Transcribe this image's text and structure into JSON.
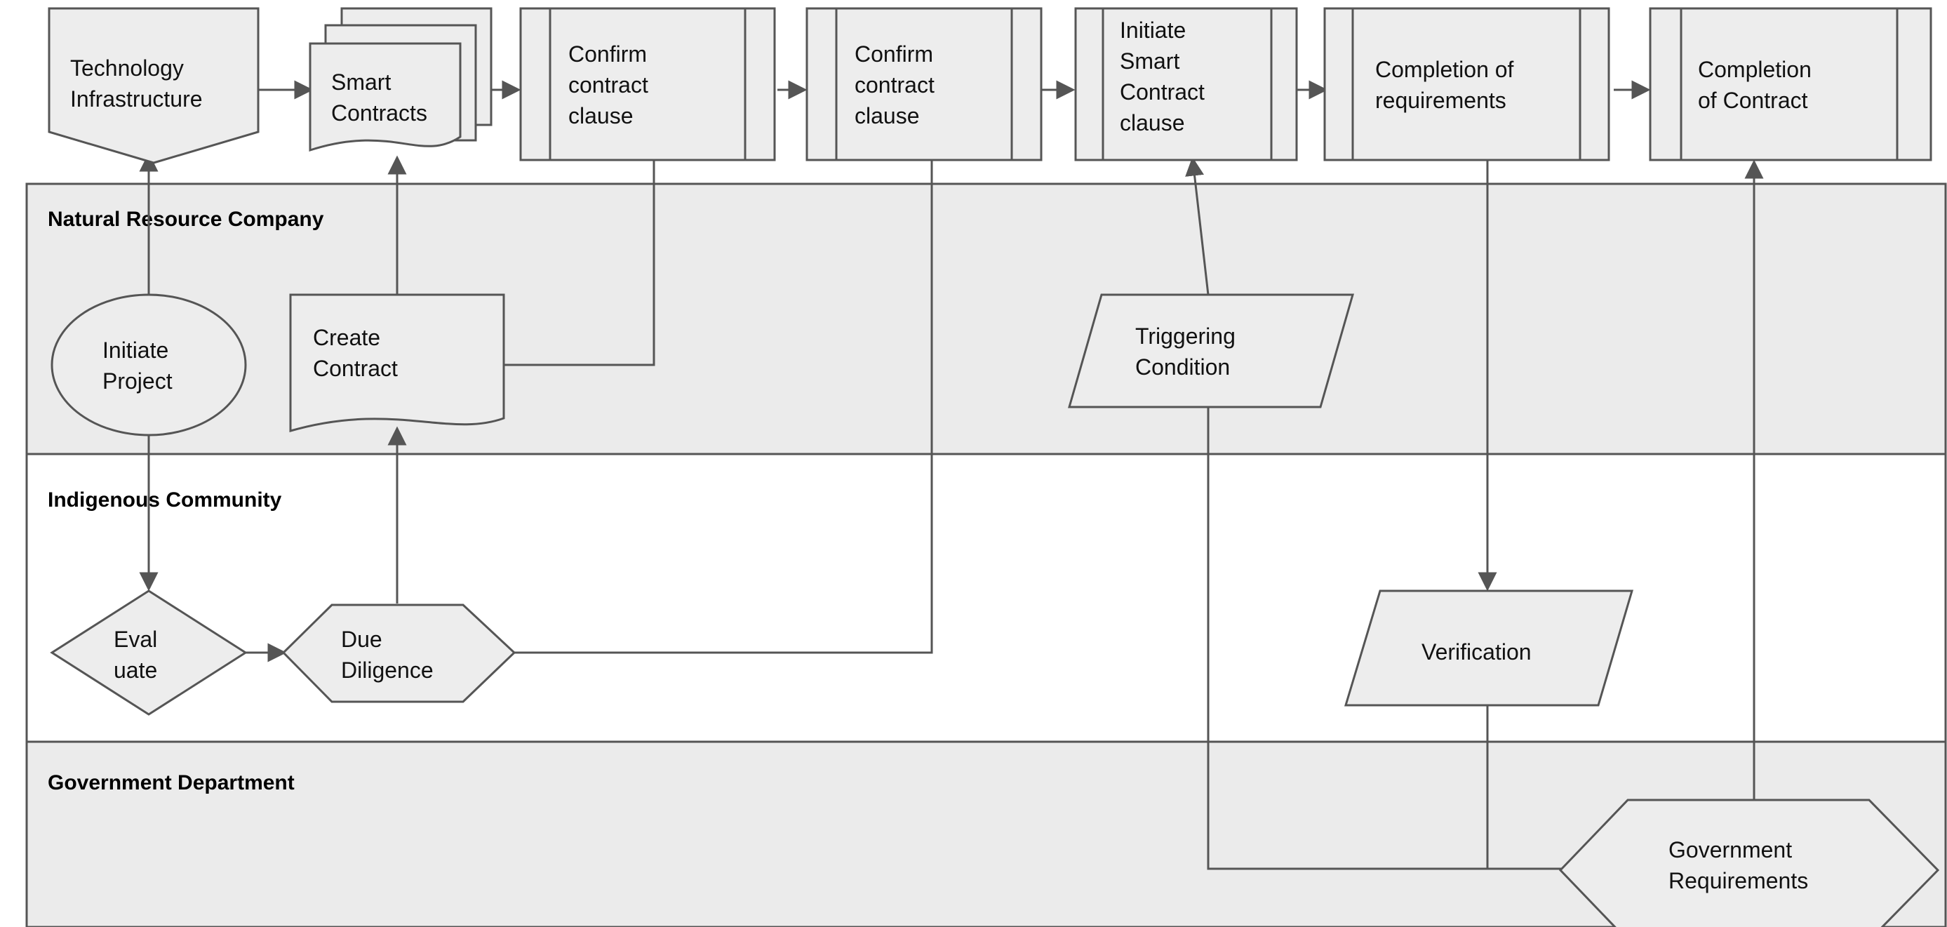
{
  "diagram": {
    "title": "Smart Contract Process Swimlane Diagram",
    "type": "swimlane-flowchart",
    "colors": {
      "shape_fill": "#ededed",
      "shape_stroke": "#555555",
      "lane_shaded": "#ebebeb",
      "lane_plain": "#ffffff",
      "connector": "#555555",
      "text": "#111111"
    },
    "lanes": [
      {
        "id": "lane-natural-resource-company",
        "label": "Natural Resource Company",
        "shaded": true
      },
      {
        "id": "lane-indigenous-community",
        "label": "Indigenous Community",
        "shaded": false
      },
      {
        "id": "lane-government-department",
        "label": "Government Department",
        "shaded": true
      }
    ],
    "nodes": [
      {
        "id": "technology-infrastructure",
        "label_lines": [
          "Technology",
          "Infrastructure"
        ],
        "shape": "pentagon-down",
        "lane": "top"
      },
      {
        "id": "smart-contracts",
        "label_lines": [
          "Smart",
          "Contracts"
        ],
        "shape": "multi-document",
        "lane": "top"
      },
      {
        "id": "confirm-contract-clause-1",
        "label_lines": [
          "Confirm",
          "contract",
          "clause"
        ],
        "shape": "subprocess",
        "lane": "top"
      },
      {
        "id": "confirm-contract-clause-2",
        "label_lines": [
          "Confirm",
          "contract",
          "clause"
        ],
        "shape": "subprocess",
        "lane": "top"
      },
      {
        "id": "initiate-smart-contract-clause",
        "label_lines": [
          "Initiate",
          "Smart",
          "Contract",
          "clause"
        ],
        "shape": "subprocess",
        "lane": "top"
      },
      {
        "id": "completion-of-requirements",
        "label_lines": [
          "Completion of",
          "requirements"
        ],
        "shape": "subprocess",
        "lane": "top"
      },
      {
        "id": "completion-of-contract",
        "label_lines": [
          "Completion",
          "of Contract"
        ],
        "shape": "subprocess",
        "lane": "top"
      },
      {
        "id": "initiate-project",
        "label_lines": [
          "Initiate",
          "Project"
        ],
        "shape": "ellipse",
        "lane": "lane-natural-resource-company"
      },
      {
        "id": "create-contract",
        "label_lines": [
          "Create",
          "Contract"
        ],
        "shape": "document",
        "lane": "lane-natural-resource-company"
      },
      {
        "id": "triggering-condition",
        "label_lines": [
          "Triggering",
          "Condition"
        ],
        "shape": "parallelogram",
        "lane": "lane-natural-resource-company"
      },
      {
        "id": "evaluate",
        "label_lines": [
          "Eval",
          "uate"
        ],
        "shape": "diamond",
        "lane": "lane-indigenous-community"
      },
      {
        "id": "due-diligence",
        "label_lines": [
          "Due",
          "Diligence"
        ],
        "shape": "hexagon",
        "lane": "lane-indigenous-community"
      },
      {
        "id": "verification",
        "label_lines": [
          "Verification"
        ],
        "shape": "parallelogram",
        "lane": "lane-indigenous-community"
      },
      {
        "id": "government-requirements",
        "label_lines": [
          "Government",
          "Requirements"
        ],
        "shape": "hexagon",
        "lane": "lane-government-department"
      }
    ],
    "edges": [
      {
        "from": "technology-infrastructure",
        "to": "smart-contracts",
        "arrow": true
      },
      {
        "from": "smart-contracts",
        "to": "confirm-contract-clause-1",
        "arrow": true
      },
      {
        "from": "confirm-contract-clause-1",
        "to": "confirm-contract-clause-2",
        "arrow": true
      },
      {
        "from": "confirm-contract-clause-2",
        "to": "initiate-smart-contract-clause",
        "arrow": true
      },
      {
        "from": "initiate-smart-contract-clause",
        "to": "completion-of-requirements",
        "arrow": true
      },
      {
        "from": "completion-of-requirements",
        "to": "completion-of-contract",
        "arrow": true
      },
      {
        "from": "initiate-project",
        "to": "technology-infrastructure",
        "arrow": true
      },
      {
        "from": "initiate-project",
        "to": "create-contract",
        "arrow": true
      },
      {
        "from": "initiate-project",
        "to": "evaluate",
        "arrow": true
      },
      {
        "from": "create-contract",
        "to": "smart-contracts",
        "arrow": true
      },
      {
        "from": "create-contract",
        "to": "confirm-contract-clause-1",
        "arrow": false
      },
      {
        "from": "due-diligence",
        "to": "create-contract",
        "arrow": true
      },
      {
        "from": "evaluate",
        "to": "due-diligence",
        "arrow": true
      },
      {
        "from": "due-diligence",
        "to": "confirm-contract-clause-2",
        "arrow": false
      },
      {
        "from": "triggering-condition",
        "to": "initiate-smart-contract-clause",
        "arrow": true
      },
      {
        "from": "completion-of-requirements",
        "to": "verification",
        "arrow": true
      },
      {
        "from": "verification",
        "to": "government-requirements",
        "arrow": false
      },
      {
        "from": "government-requirements",
        "to": "completion-of-contract",
        "arrow": true
      }
    ]
  }
}
